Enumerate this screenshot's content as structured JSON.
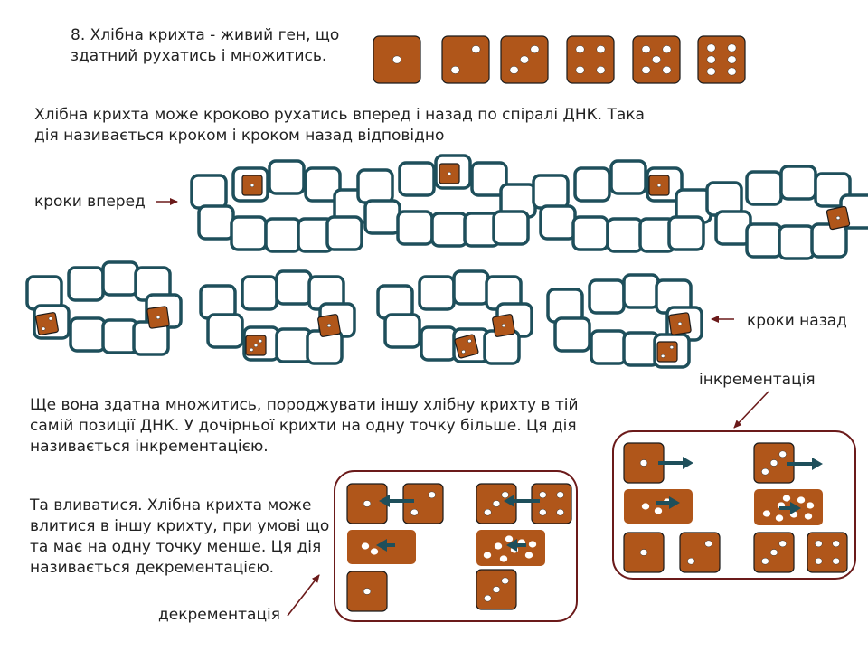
{
  "header": {
    "title": "8. Хлібна крихта - живий ген, що\nздатний рухатись і множитись."
  },
  "die_faces": [
    1,
    2,
    3,
    4,
    5,
    6
  ],
  "intro_text": "Хлібна крихта може кроково рухатись вперед і назад по спіралі ДНК. Така\nдія називається кроком і кроком назад відповідно",
  "steps_forward_label": "кроки вперед",
  "steps_back_label": "кроки назад",
  "increment": {
    "text": "Ще вона здатна множитись, породжувати іншу хлібну крихту в тій\nсамій позиції ДНК. У дочірньої крихти на одну точку більше. Ця дія\nназивається інкрементацією.",
    "label": "інкрементація"
  },
  "decrement": {
    "text": "Та вливатися. Хлібна крихта може\nвлитися в іншу крихту, при умові що\nта має на одну точку менше. Ця дія\nназивається декрементацією.",
    "label": "декрементація"
  },
  "colors": {
    "die": "#b0561a",
    "dna_cell_stroke": "#1e4f5b",
    "frame": "#6b1a1a",
    "arrow_blue": "#1e4f5b",
    "pointer_arrow": "#6b1a1a"
  }
}
